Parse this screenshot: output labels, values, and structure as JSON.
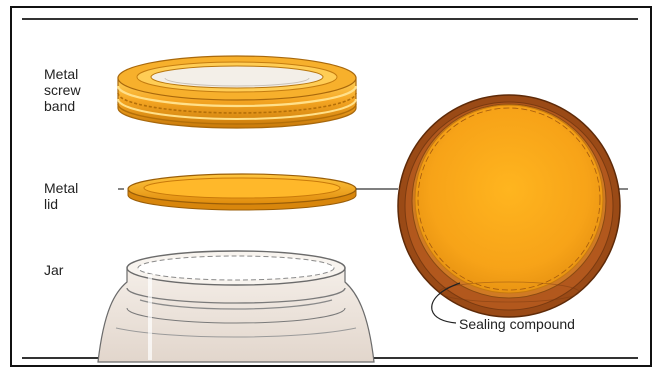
{
  "labels": {
    "screw_band": "Metal\nscrew\nband",
    "lid": "Metal\nlid",
    "jar": "Jar",
    "sealing_compound": "Sealing compound"
  },
  "colors": {
    "gold": "#f5a623",
    "gold_dark": "#c97a0a",
    "gold_light": "#ffd15a",
    "brown": "#9a4a16",
    "glass_line": "#6b6b6b"
  }
}
